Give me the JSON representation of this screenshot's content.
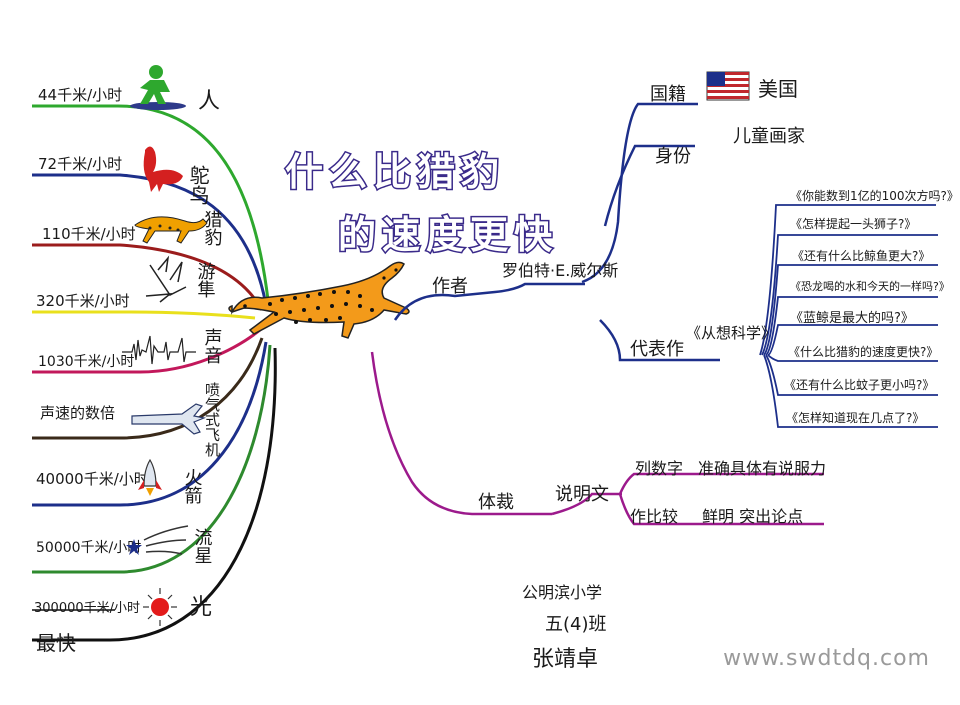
{
  "title": {
    "line1": "什么比猎豹",
    "line2": "的速度更快"
  },
  "left_branches": [
    {
      "speed": "44千米/小时",
      "name": "人",
      "icon": "person-icon",
      "color": "#2ea82e"
    },
    {
      "speed": "72千米/小时",
      "name": "鸵鸟",
      "icon": "ostrich-icon",
      "color": "#1d2f8a"
    },
    {
      "speed": "110千米/小时",
      "name": "猎豹",
      "icon": "cheetah-icon",
      "color": "#9b1c1c"
    },
    {
      "speed": "320千米/小时",
      "name": "游隼",
      "icon": "falcon-icon",
      "color": "#e9e01c"
    },
    {
      "speed": "1030千米/小时",
      "name": "声音",
      "icon": "sound-wave-icon",
      "color": "#c2185b"
    },
    {
      "speed": "声速的数倍",
      "name": "喷气式飞机",
      "icon": "jet-icon",
      "color": "#3a2a1a"
    },
    {
      "speed": "40000千米/小时",
      "name": "火箭",
      "icon": "rocket-icon",
      "color": "#1d2f8a"
    },
    {
      "speed": "50000千米/小时",
      "name": "流星",
      "icon": "meteor-icon",
      "color": "#2e8a2e"
    },
    {
      "speed": "300000千米/小时",
      "name": "光",
      "icon": "light-icon",
      "color": "#111111",
      "extra": "最快"
    }
  ],
  "right": {
    "author": {
      "label": "作者",
      "name": "罗伯特·E.威尔斯",
      "nationality_label": "国籍",
      "nationality_value": "美国",
      "identity_label": "身份",
      "identity_value": "儿童画家",
      "works_label": "代表作",
      "works_series": "《从想科学》",
      "works": [
        "《你能数到1亿的100次方吗?》",
        "《怎样提起一头狮子?》",
        "《还有什么比鲸鱼更大?》",
        "《恐龙喝的水和今天的一样吗?》",
        "《蓝鲸是最大的吗?》",
        "《什么比猎豹的速度更快?》",
        "《还有什么比蚊子更小吗?》",
        "《怎样知道现在几点了?》"
      ]
    },
    "genre": {
      "label": "体裁",
      "type": "说明文",
      "methods": [
        {
          "name": "列数字",
          "effect": "准确具体有说服力"
        },
        {
          "name": "作比较",
          "effect": "鲜明 突出论点"
        }
      ]
    }
  },
  "signature": {
    "school": "公明滨小学",
    "class": "五(4)班",
    "name": "张靖卓"
  },
  "watermark": "www.swdtdq.com",
  "colors": {
    "title_fill": "#ffffff",
    "title_outline": "#3a2a8a",
    "right_branch": "#1d2f8a",
    "genre_branch": "#9c1a8c"
  }
}
